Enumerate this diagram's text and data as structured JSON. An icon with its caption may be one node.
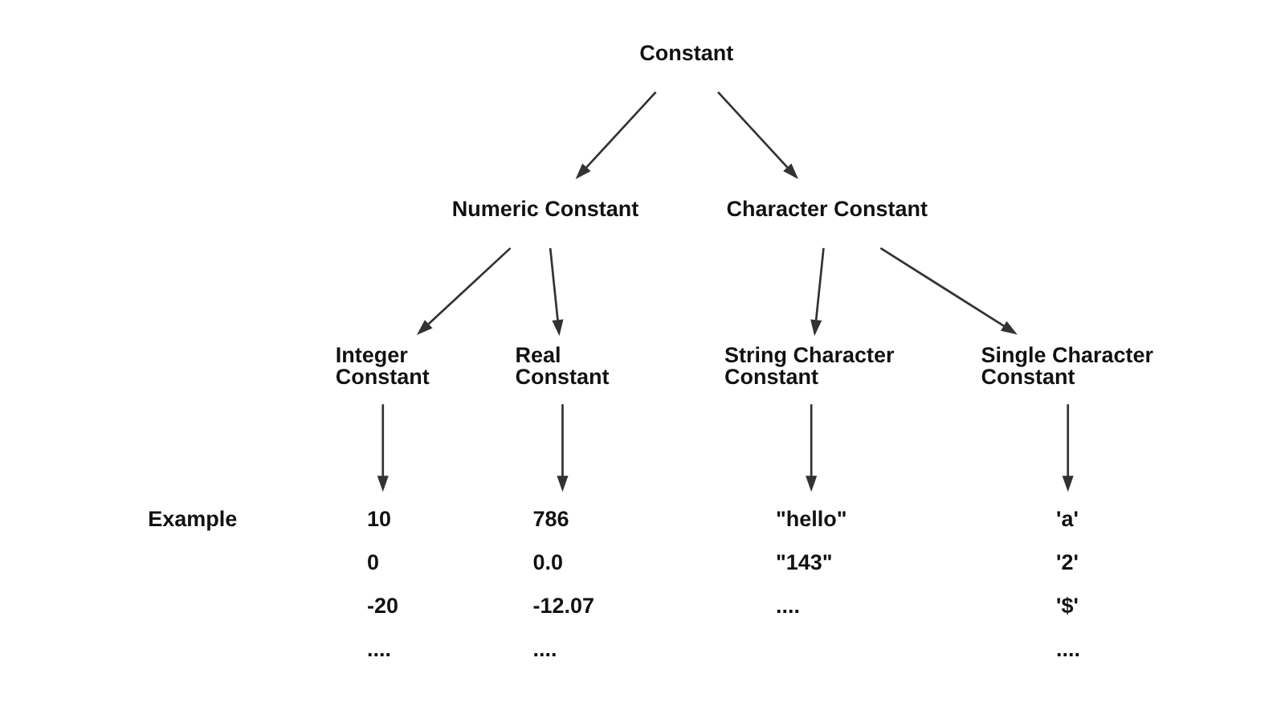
{
  "diagram": {
    "nodes": [
      {
        "text": [
          "Constant"
        ]
      },
      {
        "text": [
          "Numeric Constant"
        ]
      },
      {
        "text": [
          "Character Constant"
        ]
      },
      {
        "text": [
          "Integer Constant"
        ]
      },
      {
        "text": [
          "Real Constant"
        ]
      },
      {
        "text": [
          "String Character Constant"
        ]
      },
      {
        "text": [
          "Single Character Constant"
        ]
      },
      {
        "text": [
          "10",
          "0",
          "-20",
          "...."
        ]
      },
      {
        "text": [
          "786",
          "0.0",
          "-12.07",
          "...."
        ]
      },
      {
        "text": [
          "\"hello\"",
          "\"143\"",
          "...."
        ]
      },
      {
        "text": [
          "'a'",
          "'2'",
          "'$'",
          "...."
        ]
      }
    ],
    "edges": [
      {
        "from": 0,
        "to": 1,
        "arrow": "to"
      },
      {
        "from": 0,
        "to": 2,
        "arrow": "to"
      },
      {
        "from": 1,
        "to": 3,
        "arrow": "to"
      },
      {
        "from": 1,
        "to": 4,
        "arrow": "to"
      },
      {
        "from": 2,
        "to": 5,
        "arrow": "to"
      },
      {
        "from": 2,
        "to": 6,
        "arrow": "to"
      },
      {
        "from": 3,
        "to": 7,
        "arrow": "to"
      },
      {
        "from": 4,
        "to": 8,
        "arrow": "to"
      },
      {
        "from": 5,
        "to": 9,
        "arrow": "to"
      },
      {
        "from": 6,
        "to": 10,
        "arrow": "to"
      }
    ],
    "labels": [
      "Example"
    ]
  }
}
